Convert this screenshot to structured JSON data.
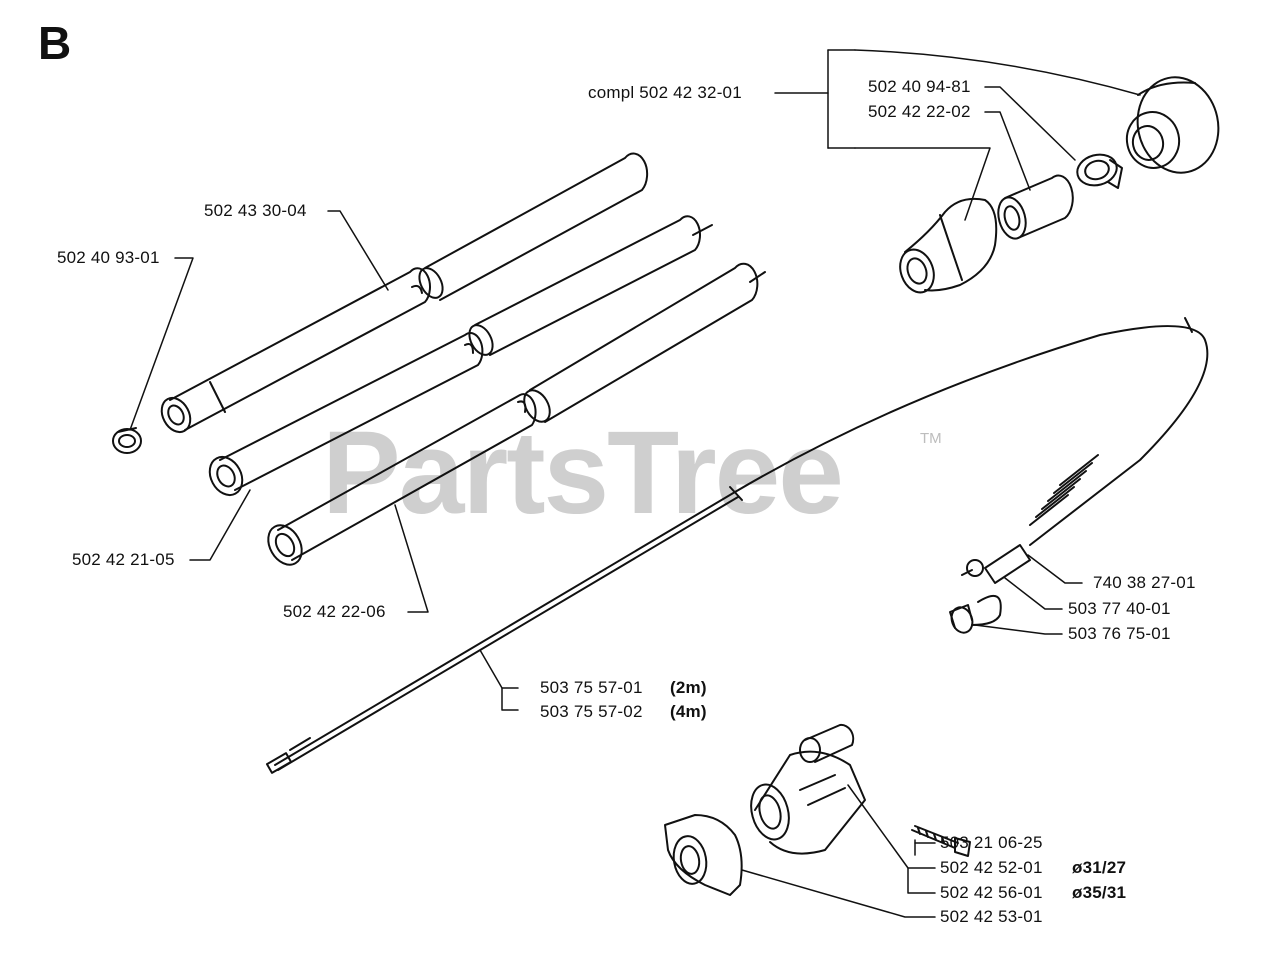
{
  "section_letter": "B",
  "watermark": {
    "text": "PartsTree",
    "tm": "TM"
  },
  "parts": {
    "compl": "compl 502 42 32-01",
    "cap_dome": "502 40 94-81",
    "bushing": "502 42 22-02",
    "outer_tube": "502 43 30-04",
    "clamp": "502 40 93-01",
    "tube_mid": "502 42 21-05",
    "tube_low": "502 42 22-06",
    "connector1": "740 38 27-01",
    "connector2": "503 77 40-01",
    "cap_end": "503 76 75-01",
    "shaft_2m": "503 75 57-01",
    "shaft_2m_size": "(2m)",
    "shaft_4m": "503 75 57-02",
    "shaft_4m_size": "(4m)",
    "screw": "503 21 06-25",
    "coupling_a": "502 42 52-01",
    "coupling_a_dia": "ø31/27",
    "coupling_b": "502 42 56-01",
    "coupling_b_dia": "ø35/31",
    "knob": "502 42 53-01"
  },
  "colors": {
    "line": "#111111",
    "watermark": "#cfcfcf",
    "background": "#ffffff"
  }
}
